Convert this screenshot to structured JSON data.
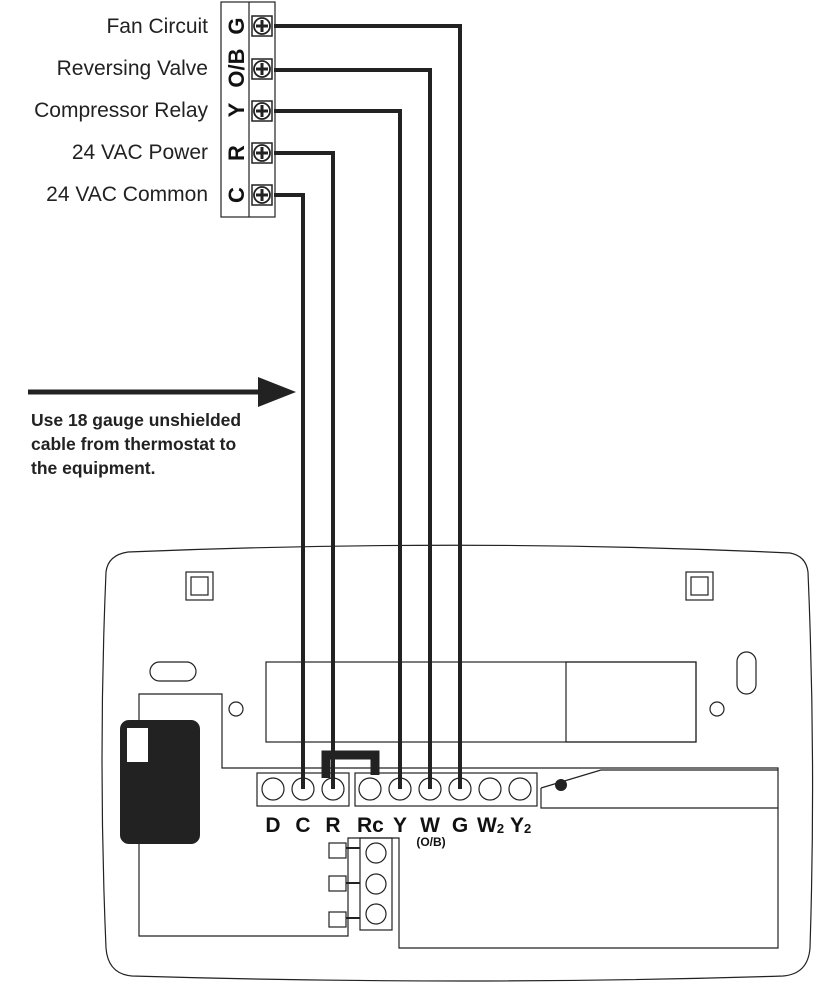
{
  "equipment_terminals": [
    {
      "code": "G",
      "label": "Fan Circuit"
    },
    {
      "code": "O/B",
      "label": "Reversing Valve"
    },
    {
      "code": "Y",
      "label": "Compressor Relay"
    },
    {
      "code": "R",
      "label": "24 VAC Power"
    },
    {
      "code": "C",
      "label": "24 VAC Common"
    }
  ],
  "note": {
    "line1": "Use 18 gauge unshielded",
    "line2": "cable from thermostat to",
    "line3": "the equipment."
  },
  "thermostat_terminals": {
    "D": "D",
    "C": "C",
    "R": "R",
    "Rc": "R",
    "Rc_sub": "c",
    "Y": "Y",
    "W": "W",
    "W_sub": "(O/B)",
    "G": "G",
    "W2": "W",
    "W2_sub": "2",
    "Y2": "Y",
    "Y2_sub": "2"
  }
}
